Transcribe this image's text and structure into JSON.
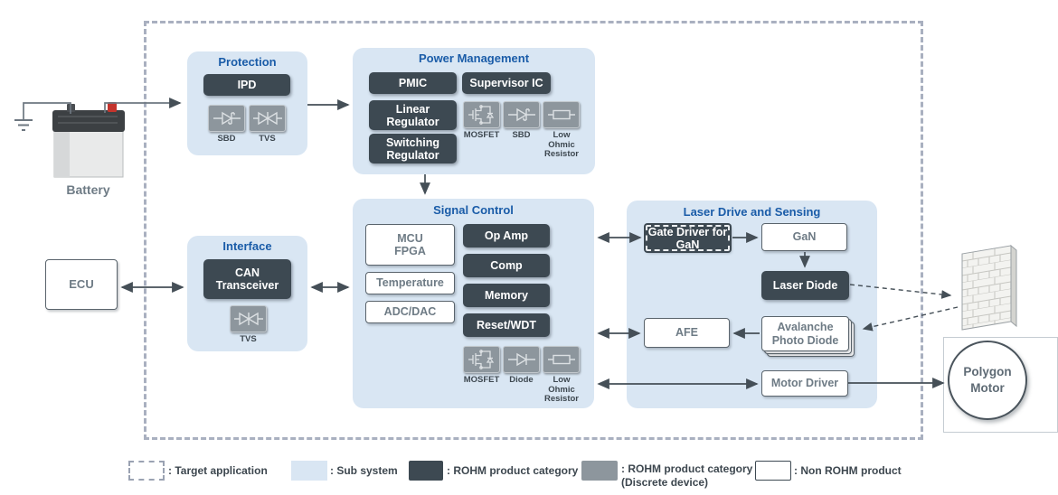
{
  "colors": {
    "subsystem_fill": "#d9e6f3",
    "rohm_category_fill": "#3d4952",
    "rohm_discrete_fill": "#8d969d",
    "non_rohm_fill": "#ffffff",
    "group_title_blue": "#1a5ca8",
    "arrow": "#454f57",
    "target_border": "#a9b0c0"
  },
  "battery": {
    "label": "Battery"
  },
  "ecu": {
    "label": "ECU"
  },
  "polygon_motor": {
    "line1": "Polygon",
    "line2": "Motor"
  },
  "protection": {
    "title": "Protection",
    "ipd": "IPD",
    "sbd_label": "SBD",
    "tvs_label": "TVS"
  },
  "power_management": {
    "title": "Power Management",
    "pmic": "PMIC",
    "supervisor_ic": "Supervisor IC",
    "linear_regulator": "Linear Regulator",
    "switching_regulator": "Switching Regulator",
    "mosfet_label": "MOSFET",
    "sbd_label": "SBD",
    "low_ohmic_label": "Low Ohmic Resistor"
  },
  "signal_control": {
    "title": "Signal Control",
    "mcu_line1": "MCU",
    "mcu_line2": "FPGA",
    "temperature": "Temperature",
    "adc_dac": "ADC/DAC",
    "op_amp": "Op Amp",
    "comp": "Comp",
    "memory": "Memory",
    "reset_wdt": "Reset/WDT",
    "mosfet_label": "MOSFET",
    "diode_label": "Diode",
    "low_ohmic_label": "Low Ohmic Resistor"
  },
  "interface": {
    "title": "Interface",
    "can_transceiver": "CAN Transceiver",
    "tvs_label": "TVS"
  },
  "laser": {
    "title": "Laser Drive and Sensing",
    "gate_driver": "Gate Driver for GaN",
    "gan": "GaN",
    "laser_diode": "Laser Diode",
    "afe": "AFE",
    "apd": "Avalanche Photo Diode",
    "motor_driver": "Motor Driver"
  },
  "legend": {
    "target_application": ": Target application",
    "sub_system": ": Sub system",
    "rohm_category": ": ROHM product category",
    "rohm_discrete_line1": ": ROHM product category",
    "rohm_discrete_line2": "(Discrete device)",
    "non_rohm": ": Non ROHM product"
  }
}
